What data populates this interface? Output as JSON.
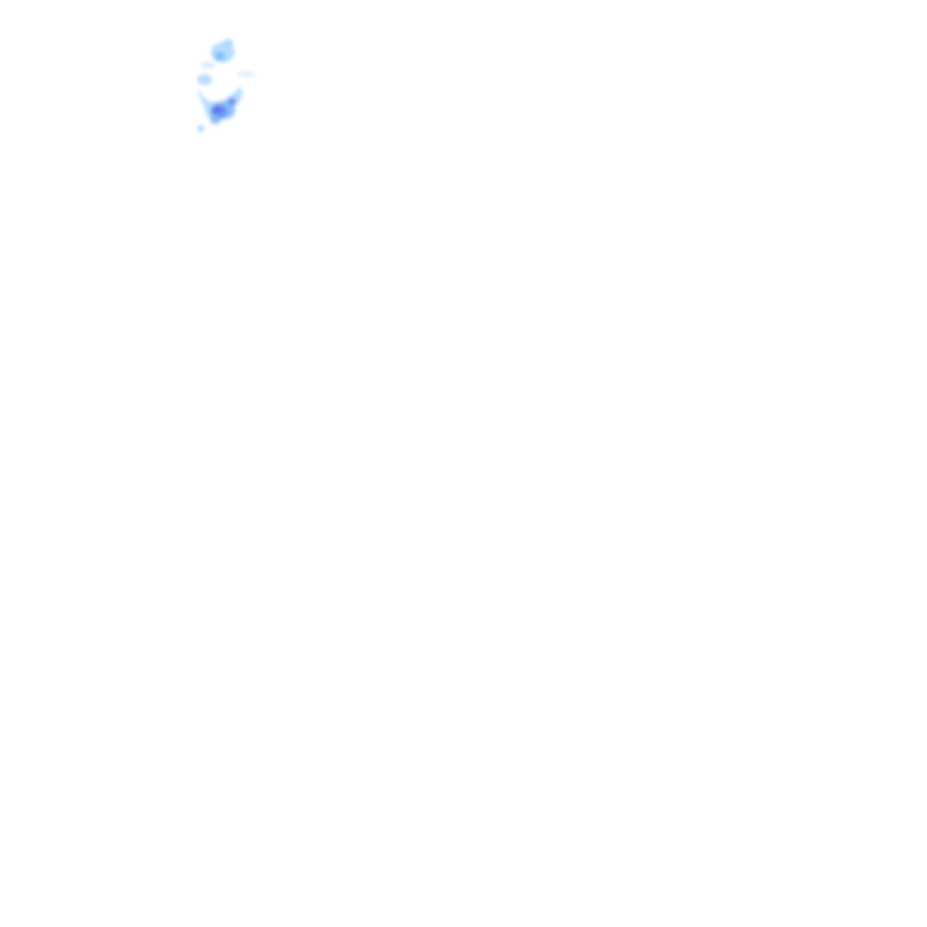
{
  "layer": {
    "kind": "precipitation-radar-overlay",
    "background": "#ffffff",
    "palette": {
      "very_light": "#d4ecff",
      "light": "#aad7ff",
      "moderate": "#7fbaf7",
      "heavy": "#6b85f0",
      "very_heavy": "#5a62e8"
    },
    "echoes": [
      {
        "intensity": "light"
      },
      {
        "intensity": "light"
      },
      {
        "intensity": "moderate"
      },
      {
        "intensity": "very_light"
      },
      {
        "intensity": "light"
      },
      {
        "intensity": "very_light"
      },
      {
        "intensity": "light"
      },
      {
        "intensity": "moderate"
      },
      {
        "intensity": "heavy"
      },
      {
        "intensity": "very_heavy"
      },
      {
        "intensity": "heavy"
      },
      {
        "intensity": "moderate"
      },
      {
        "intensity": "light"
      }
    ]
  }
}
